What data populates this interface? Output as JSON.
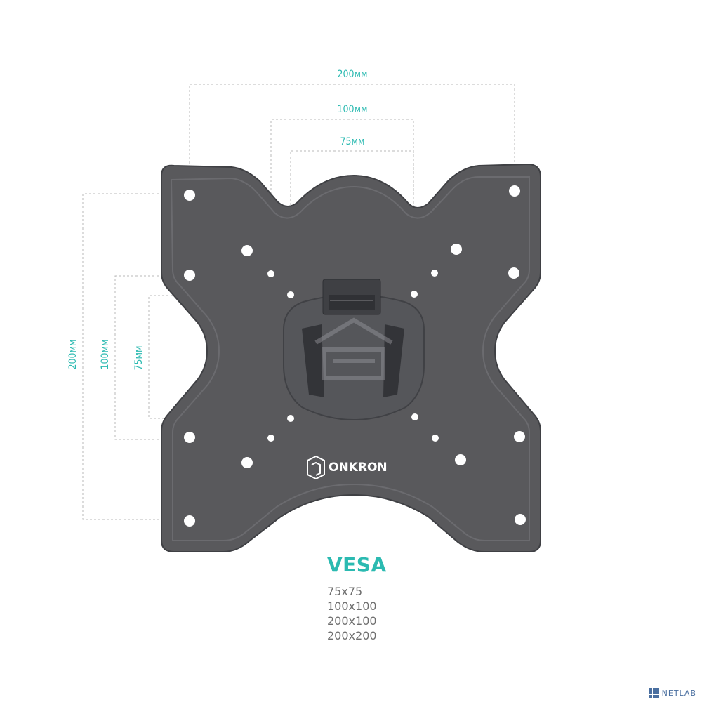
{
  "dimensions": {
    "horizontal": [
      "200мм",
      "100мм",
      "75мм"
    ],
    "vertical": [
      "200мм",
      "100мм",
      "75мм"
    ]
  },
  "brand": {
    "logo_text": "ONKRON"
  },
  "vesa": {
    "title": "VESA",
    "sizes": [
      "75x75",
      "100x100",
      "200x100",
      "200x200"
    ]
  },
  "watermark": {
    "text": "NETLAB"
  },
  "colors": {
    "accent": "#2bbab1",
    "plate": "#58585b",
    "plate_edge": "#45464a",
    "dashed": "#b5b5b5"
  }
}
